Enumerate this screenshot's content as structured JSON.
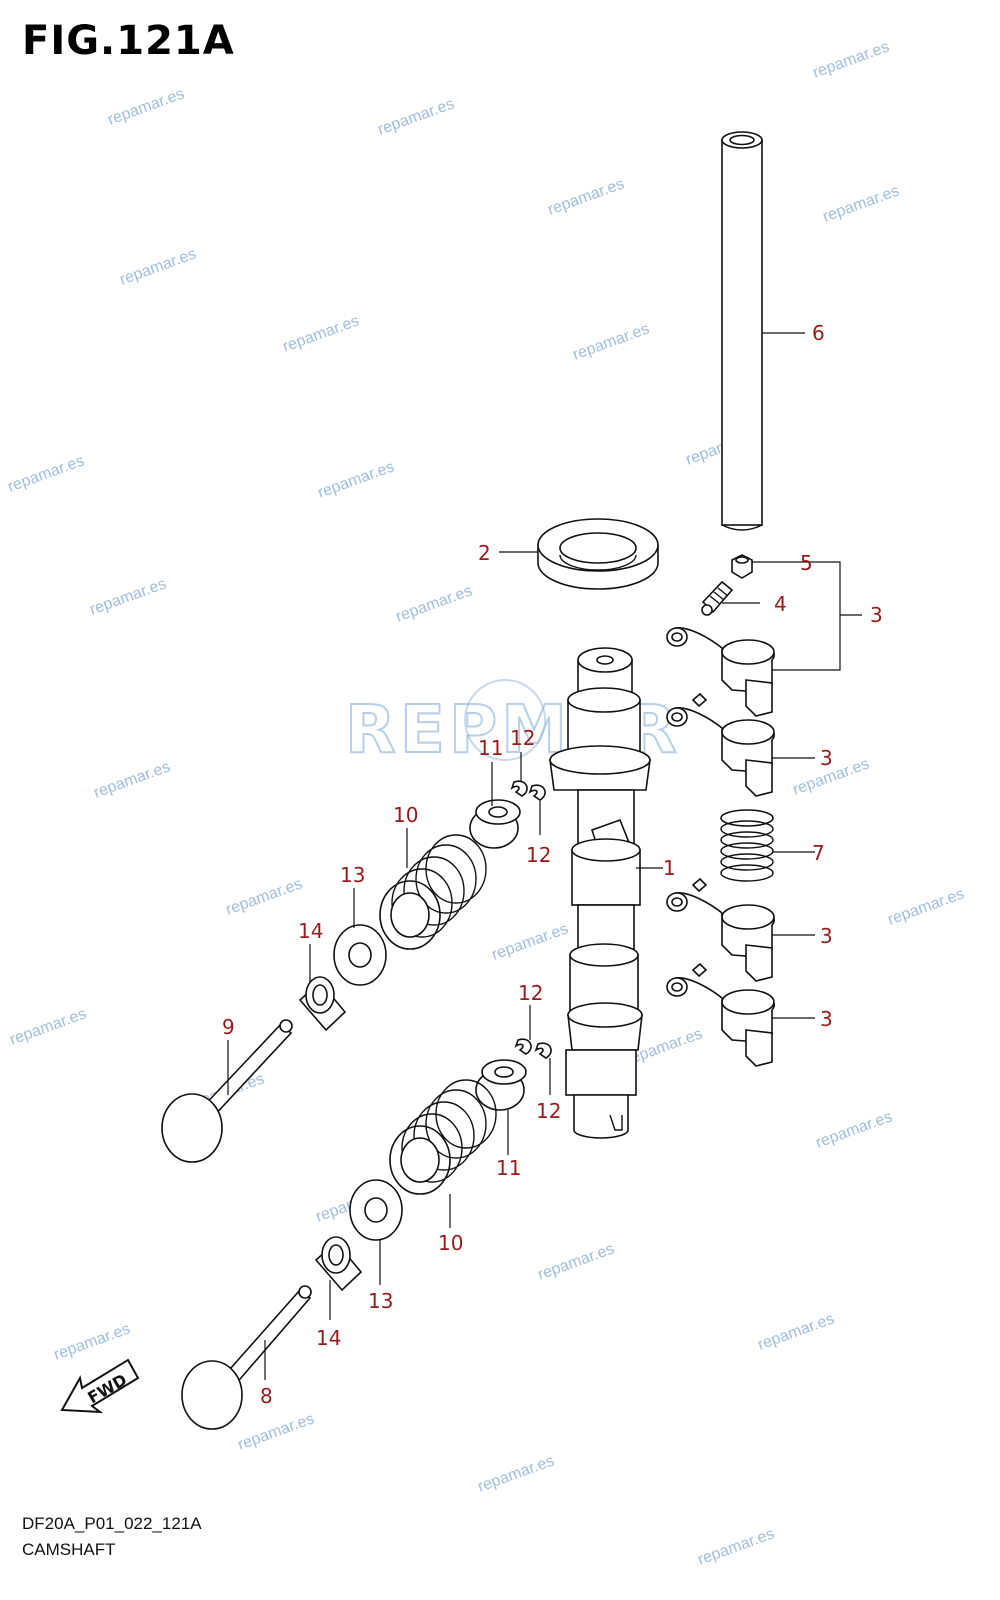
{
  "figure": {
    "title": "FIG.121A",
    "code": "DF20A_P01_022_121A",
    "name": "CAMSHAFT",
    "fwd_label": "FWD"
  },
  "watermark": "repamar.es",
  "logo_text": "REPMAR",
  "callouts": [
    {
      "id": "c6",
      "label": "6"
    },
    {
      "id": "c2",
      "label": "2"
    },
    {
      "id": "c5",
      "label": "5"
    },
    {
      "id": "c4",
      "label": "4"
    },
    {
      "id": "c3a",
      "label": "3"
    },
    {
      "id": "c3b",
      "label": "3"
    },
    {
      "id": "c7",
      "label": "7"
    },
    {
      "id": "c1",
      "label": "1"
    },
    {
      "id": "c3c",
      "label": "3"
    },
    {
      "id": "c3d",
      "label": "3"
    },
    {
      "id": "c11a",
      "label": "11"
    },
    {
      "id": "c12a",
      "label": "12"
    },
    {
      "id": "c12b",
      "label": "12"
    },
    {
      "id": "c10a",
      "label": "10"
    },
    {
      "id": "c13a",
      "label": "13"
    },
    {
      "id": "c14a",
      "label": "14"
    },
    {
      "id": "c9",
      "label": "9"
    },
    {
      "id": "c12c",
      "label": "12"
    },
    {
      "id": "c12d",
      "label": "12"
    },
    {
      "id": "c11b",
      "label": "11"
    },
    {
      "id": "c10b",
      "label": "10"
    },
    {
      "id": "c13b",
      "label": "13"
    },
    {
      "id": "c14b",
      "label": "14"
    },
    {
      "id": "c8",
      "label": "8"
    }
  ],
  "colors": {
    "callout_number": "#9a1a1a",
    "watermark": "#8fb3d9",
    "line": "#111111"
  }
}
